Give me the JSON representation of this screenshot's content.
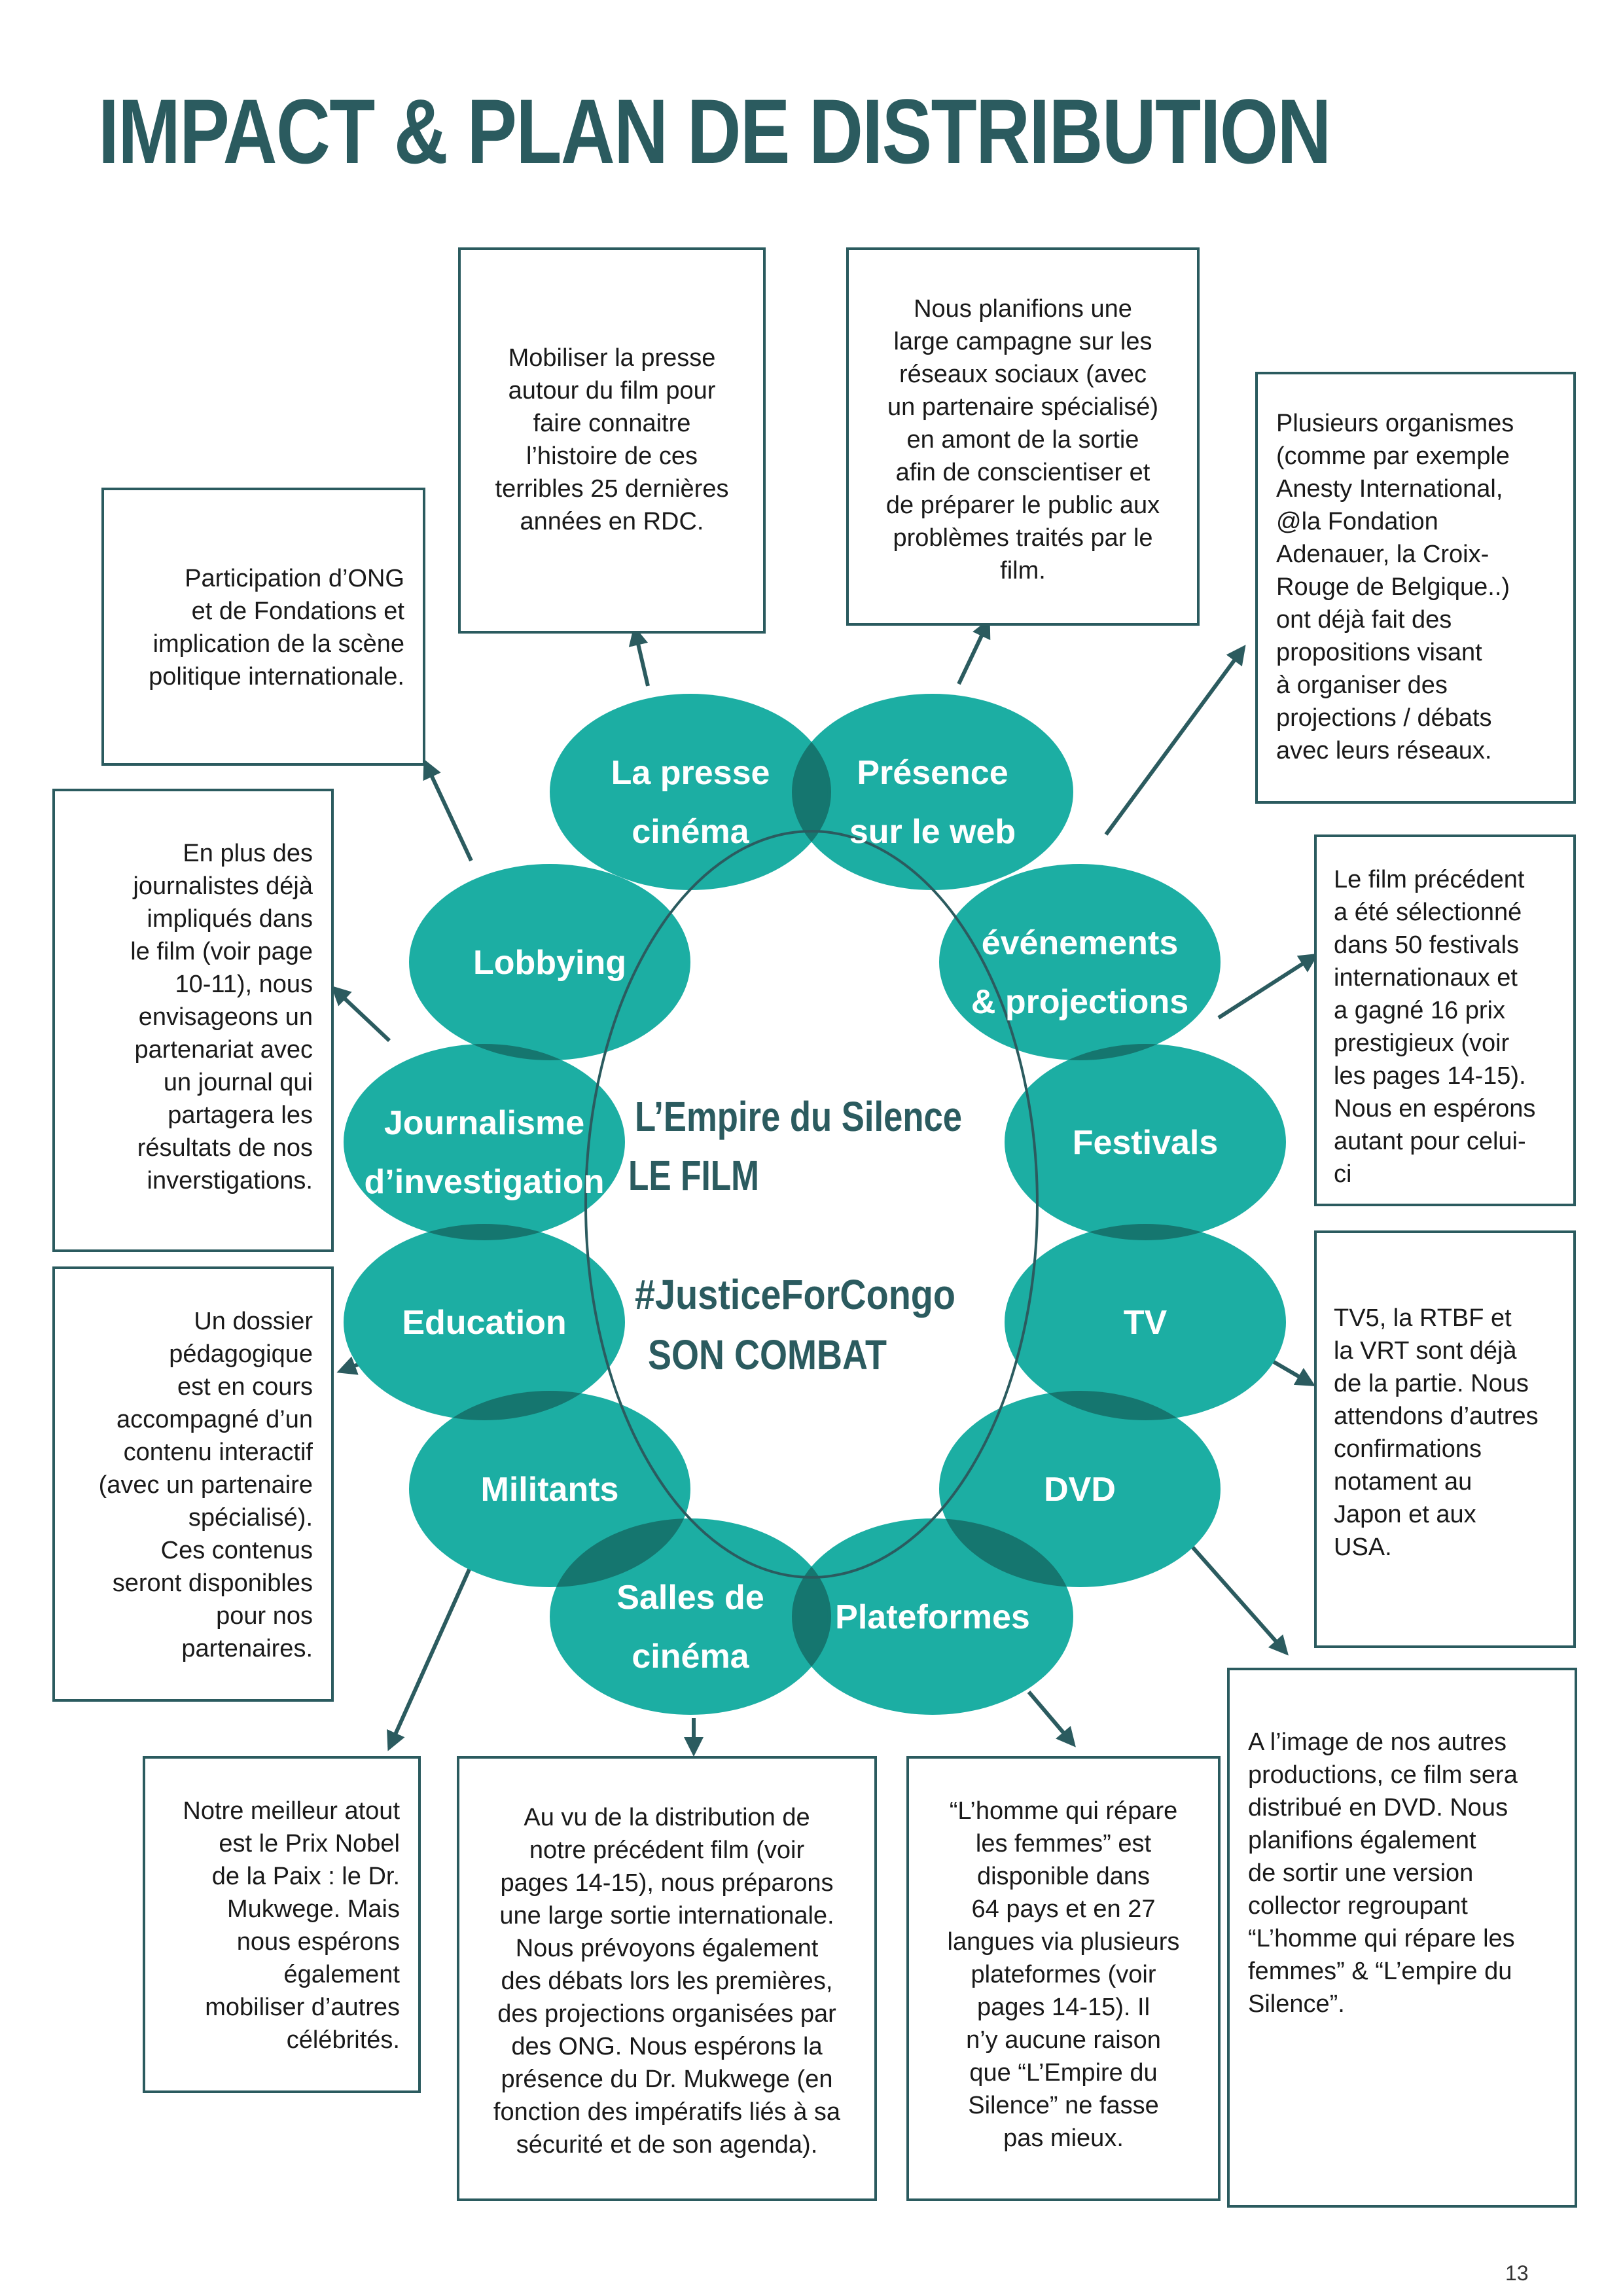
{
  "title": "IMPACT & PLAN DE DISTRIBUTION",
  "page_number": "13",
  "colors": {
    "teal": "#1caea3",
    "dark": "#2b5b5f",
    "overlap": "#15766f",
    "white": "#ffffff"
  },
  "center": {
    "line1": "L’Empire du Silence",
    "line2": "LE FILM",
    "line3": "#JusticeForCongo",
    "line4": "SON COMBAT"
  },
  "circles": [
    {
      "label_l1": "La presse",
      "label_l2": "cinéma"
    },
    {
      "label_l1": "Présence",
      "label_l2": "sur le web"
    },
    {
      "label_l1": "événements",
      "label_l2": "& projections"
    },
    {
      "label_l1": "Festivals",
      "label_l2": ""
    },
    {
      "label_l1": "TV",
      "label_l2": ""
    },
    {
      "label_l1": "DVD",
      "label_l2": ""
    },
    {
      "label_l1": "Plateformes",
      "label_l2": ""
    },
    {
      "label_l1": "Salles de",
      "label_l2": "cinéma"
    },
    {
      "label_l1": "Militants",
      "label_l2": ""
    },
    {
      "label_l1": "Education",
      "label_l2": ""
    },
    {
      "label_l1": "Journalisme",
      "label_l2": "d’investigation"
    },
    {
      "label_l1": "Lobbying",
      "label_l2": ""
    }
  ],
  "boxes": {
    "ong": "Participation d’ONG\net de Fondations et\nimplication de la scène\npolitique internationale.",
    "presse": "Mobiliser la presse\nautour du film pour\nfaire connaitre\nl’histoire de ces\nterribles 25 dernières\nannées en RDC.",
    "web": "Nous planifions une\nlarge campagne sur les\nréseaux sociaux (avec\nun partenaire spécialisé)\nen amont de la sortie\nafin de conscientiser et\nde préparer le public aux\nproblèmes traités par le\nfilm.",
    "organismes": "Plusieurs organismes\n(comme par exemple\nAnesty International,\n@la Fondation\nAdenauer, la Croix-\nRouge de Belgique..)\nont déjà fait des\npropositions visant\nà organiser des\nprojections / débats\navec leurs réseaux.",
    "journalistes": "En plus des\njournalistes déjà\nimpliqués dans\nle film (voir page\n10-11), nous\nenvisageons un\npartenariat avec\nun journal qui\npartagera les\nrésultats de nos\ninverstigations.",
    "festivals": "Le film précédent\na été sélectionné\ndans 50 festivals\ninternationaux et\na gagné 16 prix\nprestigieux (voir\nles pages 14-15).\nNous en espérons\nautant pour celui-\nci",
    "dossier": "Un dossier\npédagogique\nest en cours\naccompagné d’un\ncontenu interactif\n(avec un partenaire\nspécialisé).\nCes contenus\nseront disponibles\npour nos\npartenaires.",
    "tv": "TV5, la RTBF et\nla VRT sont déjà\nde la partie. Nous\nattendons d’autres\nconfirmations\nnotament au\nJapon et aux\nUSA.",
    "nobel": "Notre meilleur atout\nest le Prix Nobel\nde la Paix : le Dr.\nMukwege. Mais\nnous espérons\négalement\nmobiliser d’autres\ncélébrités.",
    "distribution": "Au vu de la distribution de\nnotre précédent film (voir\npages 14-15), nous préparons\nune large sortie internationale.\nNous prévoyons également\ndes débats lors les premières,\ndes projections organisées par\ndes ONG. Nous espérons la\nprésence du Dr. Mukwege (en\nfonction des impératifs liés à sa\nsécurité et de son agenda).",
    "plateformes": "“L’homme qui répare\nles femmes” est\ndisponible dans\n64 pays et en 27\nlangues via plusieurs\nplateformes (voir\npages 14-15). Il\nn’y aucune raison\nque “L’Empire du\nSilence” ne fasse\npas mieux.",
    "dvd": "A l’image de nos autres\nproductions, ce film sera\ndistribué en DVD. Nous\nplanifions également\nde sortir une version\ncollector regroupant\n“L’homme qui répare les\nfemmes” & “L’empire du\nSilence”."
  }
}
